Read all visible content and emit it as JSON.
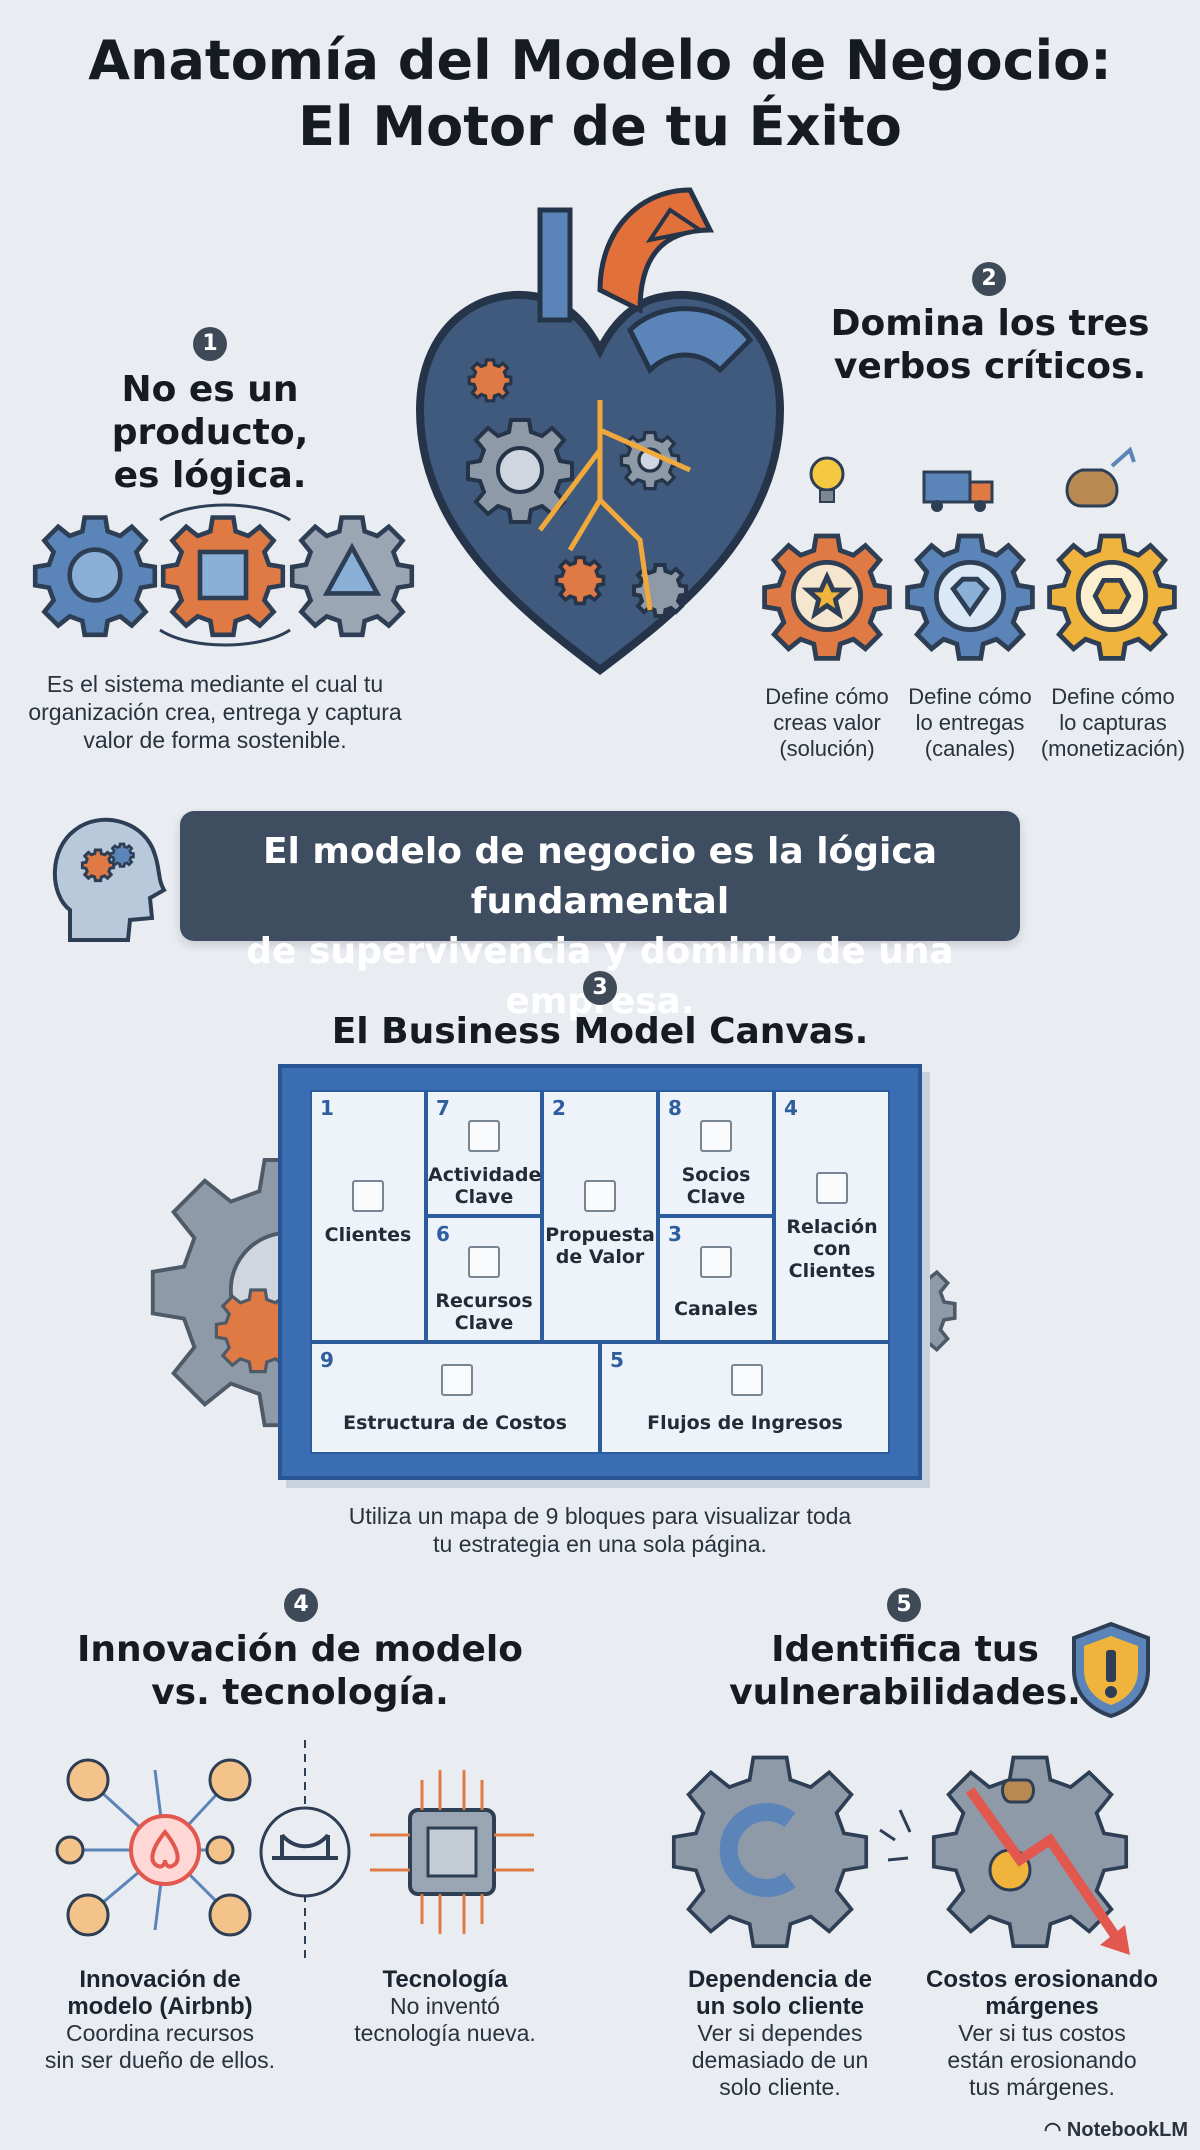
{
  "title": {
    "line1": "Anatomía del Modelo de Negocio:",
    "line2": "El Motor de tu Éxito"
  },
  "section1": {
    "number": "1",
    "heading_line1": "No es un producto,",
    "heading_line2": "es lógica.",
    "text_line1": "Es el sistema mediante el cual tu",
    "text_line2": "organización crea, entrega y captura",
    "text_line3": "valor de forma sostenible."
  },
  "section2": {
    "number": "2",
    "heading_line1": "Domina los tres",
    "heading_line2": "verbos críticos.",
    "verbs": [
      {
        "line1": "Define cómo",
        "line2": "creas valor",
        "line3": "(solución)",
        "icon": "lightbulb-icon",
        "color": "#e07a44"
      },
      {
        "line1": "Define cómo",
        "line2": "lo entregas",
        "line3": "(canales)",
        "icon": "delivery-truck-icon",
        "color": "#5b84b8"
      },
      {
        "line1": "Define cómo",
        "line2": "lo capturas",
        "line3": "(monetización)",
        "icon": "money-bag-icon",
        "color": "#f0b43c"
      }
    ]
  },
  "banner": {
    "line1": "El modelo de negocio es la lógica fundamental",
    "line2": "de supervivencia y dominio de una empresa."
  },
  "section3": {
    "number": "3",
    "heading": "El Business Model Canvas.",
    "caption_line1": "Utiliza un mapa de 9 bloques para visualizar toda",
    "caption_line2": "tu estrategia en una sola página.",
    "blocks": {
      "clientes": {
        "num": "1",
        "label1": "Clientes"
      },
      "actividades": {
        "num": "7",
        "label1": "Actividades",
        "label2": "Clave"
      },
      "recursos": {
        "num": "6",
        "label1": "Recursos",
        "label2": "Clave"
      },
      "propuesta": {
        "num": "2",
        "label1": "Propuesta",
        "label2": "de Valor"
      },
      "socios": {
        "num": "8",
        "label1": "Socios",
        "label2": "Clave"
      },
      "canales": {
        "num": "3",
        "label1": "Canales"
      },
      "relacion": {
        "num": "4",
        "label1": "Relación",
        "label2": "con",
        "label3": "Clientes"
      },
      "costos": {
        "num": "9",
        "label1": "Estructura de Costos"
      },
      "ingresos": {
        "num": "5",
        "label1": "Flujos de Ingresos"
      }
    }
  },
  "section4": {
    "number": "4",
    "heading_line1": "Innovación de modelo",
    "heading_line2": "vs. tecnología.",
    "left_title1": "Innovación de",
    "left_title2": "modelo (Airbnb)",
    "left_text1": "Coordina recursos",
    "left_text2": "sin ser dueño de ellos.",
    "right_title": "Tecnología",
    "right_text1": "No inventó",
    "right_text2": "tecnología nueva."
  },
  "section5": {
    "number": "5",
    "heading_line1": "Identifica tus",
    "heading_line2": "vulnerabilidades.",
    "left_title1": "Dependencia de",
    "left_title2": "un solo cliente",
    "left_text1": "Ver si dependes",
    "left_text2": "demasiado de un",
    "left_text3": "solo cliente.",
    "right_title1": "Costos erosionando",
    "right_title2": "márgenes",
    "right_text1": "Ver si tus costos",
    "right_text2": "están erosionando",
    "right_text3": "tus márgenes."
  },
  "footer": {
    "brand": "NotebookLM"
  },
  "colors": {
    "background": "#e9edf2",
    "dark": "#3e4d60",
    "blue": "#5b84b8",
    "orange": "#e07a44",
    "yellow": "#f0b43c",
    "canvas_blue": "#3b6db3"
  }
}
